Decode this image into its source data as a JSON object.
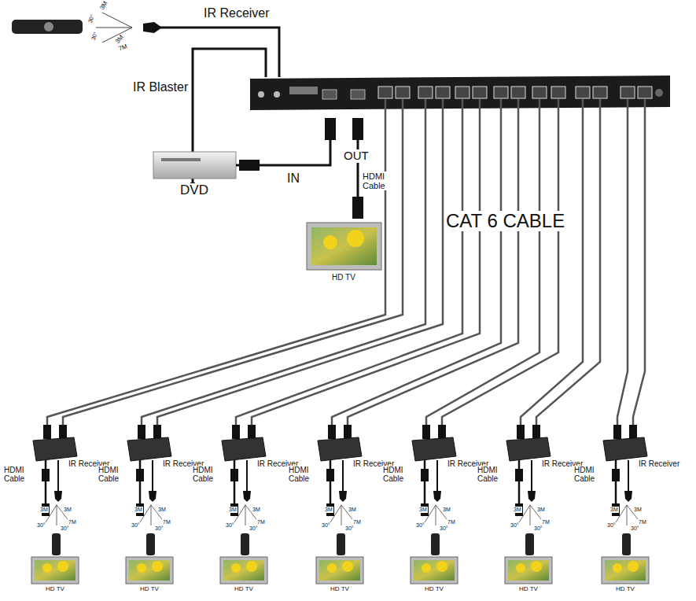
{
  "diagram": {
    "nodes": [
      {
        "text": [
          "DVD"
        ]
      },
      {
        "text": [
          "HD TV"
        ]
      },
      {
        "text": [
          "HD TV"
        ]
      },
      {
        "text": [
          "HD TV"
        ]
      },
      {
        "text": [
          "HD TV"
        ]
      },
      {
        "text": [
          "HD TV"
        ]
      },
      {
        "text": [
          "HD TV"
        ]
      },
      {
        "text": [
          "HD TV"
        ]
      },
      {
        "text": [
          "HD TV"
        ]
      }
    ],
    "labels": [
      "IR Receiver",
      "IR Blaster",
      "30°",
      "3M",
      "30°",
      "3M",
      "7M",
      "IN",
      "OUT",
      "HDMI Cable",
      "CAT 6 CABLE",
      "HDMI Cable",
      "IR Receiver",
      "3M",
      "3M",
      "7M",
      "30°",
      "30°",
      "HDMI Cable",
      "IR Receiver",
      "3M",
      "3M",
      "7M",
      "30°",
      "30°",
      "HDMI Cable",
      "IR Receiver",
      "3M",
      "3M",
      "7M",
      "30°",
      "30°",
      "HDMI Cable",
      "IR Receiver",
      "3M",
      "3M",
      "7M",
      "30°",
      "30°",
      "HDMI Cable",
      "IR Receiver",
      "3M",
      "3M",
      "7M",
      "30°",
      "30°",
      "HDMI Cable",
      "IR Receiver",
      "3M",
      "3M",
      "7M",
      "30°",
      "30°",
      "HDMI Cable",
      "IR Receiver",
      "3M",
      "3M",
      "7M",
      "30°",
      "30°"
    ]
  }
}
